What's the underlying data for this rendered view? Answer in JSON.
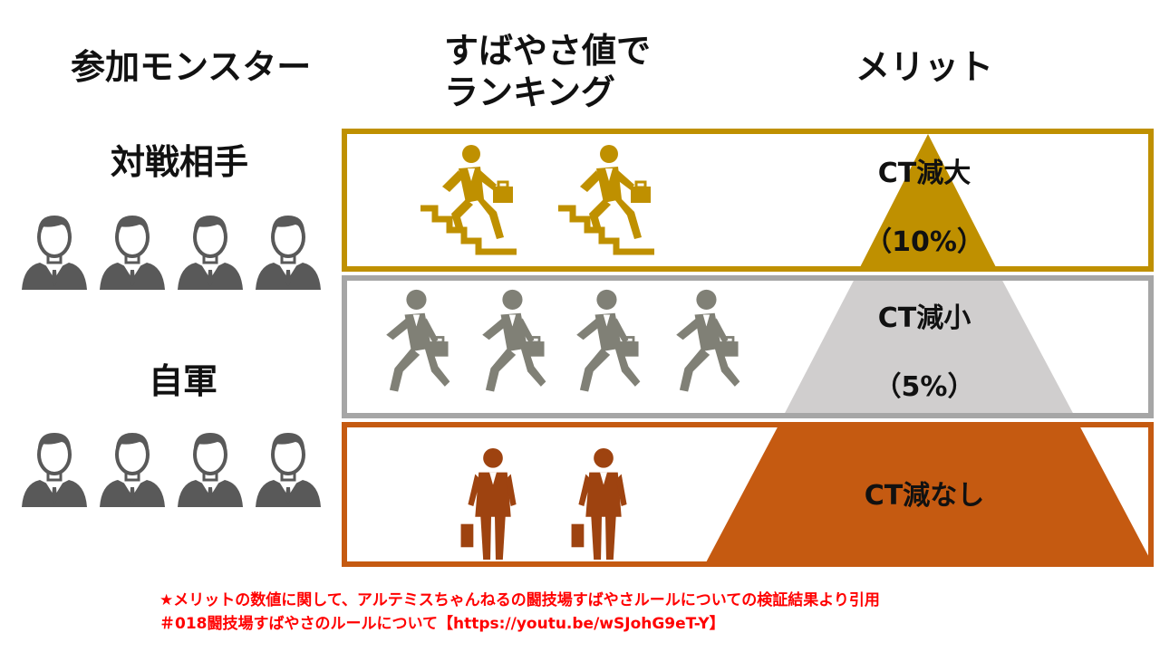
{
  "headers": {
    "participants": "参加モンスター",
    "speed_ranking_line1": "すばやさ値で",
    "speed_ranking_line2": "ランキング",
    "merit": "メリット"
  },
  "groups": {
    "opponent": "対戦相手",
    "ally": "自軍"
  },
  "tiers": [
    {
      "label": "CT減大",
      "value": "（10%）",
      "color": "#bf9000",
      "figures": 2
    },
    {
      "label": "CT減小",
      "value": "（5%）",
      "color": "#a6a6a6",
      "figures": 4
    },
    {
      "label": "CT減なし",
      "value": "",
      "color": "#c55a11",
      "figures": 2
    }
  ],
  "colors": {
    "gold": "#bf9000",
    "gray": "#a6a6a6",
    "gray_figure": "#808076",
    "orange": "#c55a11",
    "orange_figure": "#9e4310",
    "pyramid_gray": "#d0cece",
    "note_red": "#ff0000",
    "person_gray": "#595959"
  },
  "icons": {
    "opponent_people": [
      "person-icon",
      "person-icon",
      "person-icon",
      "person-icon"
    ],
    "ally_people": [
      "person-icon",
      "person-icon",
      "person-icon",
      "person-icon"
    ],
    "tier1_figures": "stair-climber-icon",
    "tier2_figures": "running-businessman-icon",
    "tier3_figures": "standing-businessman-icon"
  },
  "footnote": {
    "line1": "★メリットの数値に関して、アルテミスちゃんねるの闘技場すばやさルールについての検証結果より引用",
    "line2": "＃018闘技場すばやさのルールについて【https://youtu.be/wSJohG9eT-Y】"
  }
}
